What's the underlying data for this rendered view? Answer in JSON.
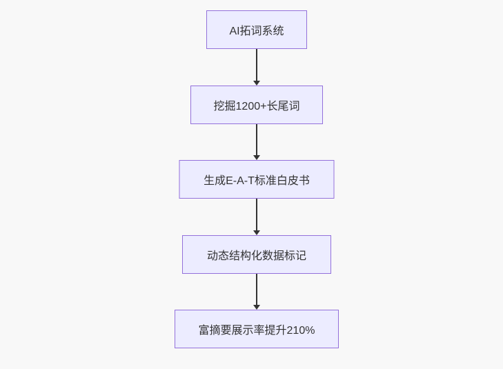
{
  "colors": {
    "page_bg": "#f8f8f8",
    "node_fill": "#ECECFF",
    "node_border": "#9370DB",
    "arrow_color": "#333333",
    "text_color": "#333333"
  },
  "flowchart": {
    "type": "flowchart",
    "direction": "top-down",
    "nodes": [
      {
        "id": "n1",
        "label": "AI拓词系统"
      },
      {
        "id": "n2",
        "label": "挖掘1200+长尾词"
      },
      {
        "id": "n3",
        "label": "生成E-A-T标准白皮书"
      },
      {
        "id": "n4",
        "label": "动态结构化数据标记"
      },
      {
        "id": "n5",
        "label": "富摘要展示率提升210%"
      }
    ],
    "edges": [
      {
        "from": "n1",
        "to": "n2",
        "style": "arrow-down"
      },
      {
        "from": "n2",
        "to": "n3",
        "style": "arrow-down"
      },
      {
        "from": "n3",
        "to": "n4",
        "style": "arrow-down"
      },
      {
        "from": "n4",
        "to": "n5",
        "style": "arrow-down"
      }
    ]
  }
}
